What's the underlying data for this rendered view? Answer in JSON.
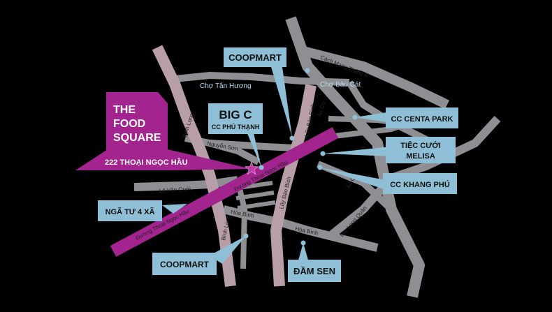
{
  "colors": {
    "background": "#000000",
    "road_gray": "#8f8f93",
    "road_pink": "#b79ea8",
    "magenta": "#a3238f",
    "callout_blue": "#8fbfd6",
    "pin": "#8fbfd6"
  },
  "brand": {
    "line1": "THE",
    "line2": "FOOD",
    "line3": "SQUARE",
    "address": "222 THOẠI NGỌC HẦU"
  },
  "callouts": {
    "coopmart_top": "COOPMART",
    "big_c_title": "BIG C",
    "big_c_sub": "CC PHÚ THẠNH",
    "centa_park": "CC CENTA PARK",
    "tiec_cuoi_line1": "TIỆC CƯỚI",
    "tiec_cuoi_line2": "MELISA",
    "khang_phu": "CC KHANG PHÚ",
    "nga_tu": "NGÃ TƯ 4 XÃ",
    "coopmart_bottom": "COOPMART",
    "dam_sen": "ĐẦM SEN"
  },
  "places": {
    "cho_tan_huong": "Chợ Tân Hương",
    "cho_bau_cat": "Chợ Bàu Cát"
  },
  "roads": {
    "binh_long_top": "Bình Long",
    "binh_long_bottom": "Bình Long",
    "nguyen_son": "Nguyễn Sơn",
    "le_van_quoi": "Lê Văn Quới",
    "hoa_binh_left": "Hòa Bình",
    "hoa_binh_right": "Hòa Bình",
    "luy_ban_bich_top": "Lũy Bán Bích",
    "luy_ban_bich_mid": "Lũy Bán Bích",
    "au_co_top": "Âu Cơ",
    "au_co_mid": "Âu Cơ",
    "cach_mang_thang_8": "Cách Mạng Tháng 8",
    "lac_long_quan": "Lạc Long Quân",
    "thoai_ngoc_hau_main": "Đường Thoại Ngọc Hầu",
    "thoai_ngoc_hau_left": "Đường Thoại Ngọc Hầu"
  },
  "icons": {
    "star": "star-icon",
    "pin": "map-pin-icon"
  }
}
